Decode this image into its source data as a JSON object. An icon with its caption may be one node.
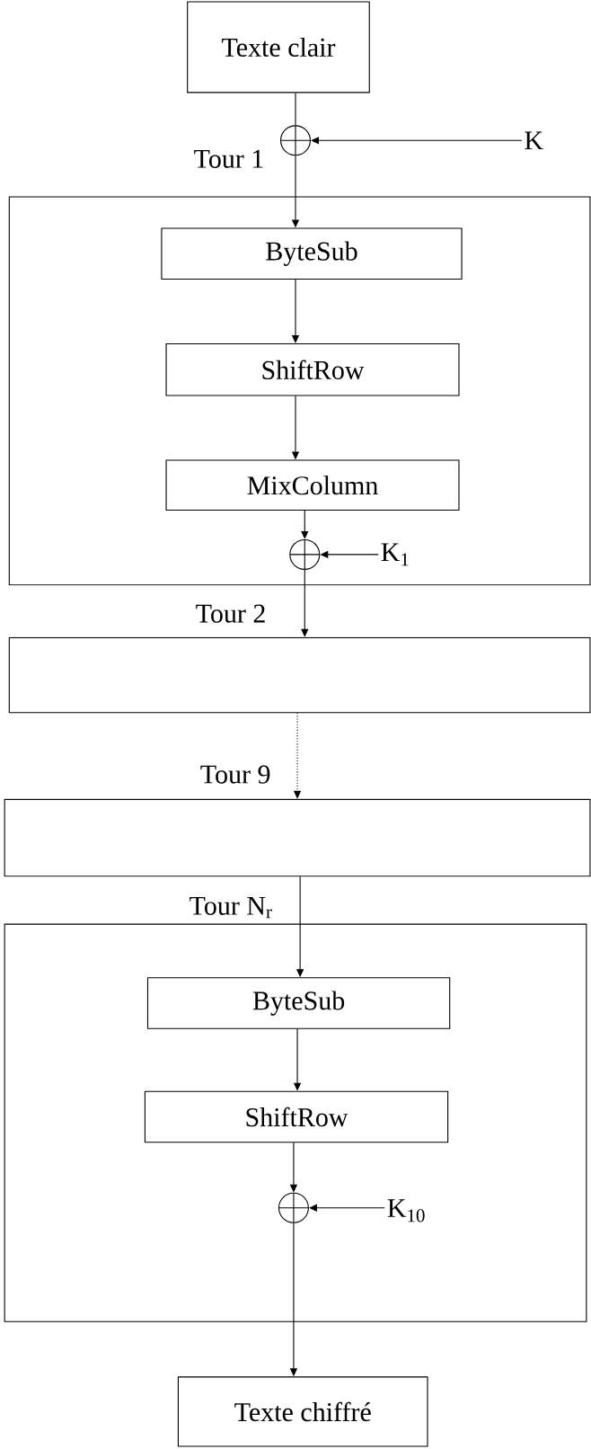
{
  "diagram": {
    "nodes": [
      {
        "text": [
          "Texte clair"
        ]
      },
      {
        "text": [],
        "shape": "circle"
      },
      {
        "text": [
          "K"
        ]
      },
      {
        "text": [
          "Tour 1"
        ]
      },
      {
        "text": [
          "ByteSub"
        ],
        "in": 3
      },
      {
        "text": [
          "ShiftRow"
        ],
        "in": 3
      },
      {
        "text": [
          "MixColumn"
        ],
        "in": 3
      },
      {
        "text": [],
        "shape": "circle",
        "in": 3
      },
      {
        "text": [
          "K$_{1}$"
        ],
        "in": 3
      },
      {
        "text": [
          "Tour 2"
        ]
      },
      {
        "text": [
          "Tour 9"
        ]
      },
      {
        "text": [
          "Tour N$_{r}$"
        ]
      },
      {
        "text": [
          "ByteSub"
        ],
        "in": 11
      },
      {
        "text": [
          "ShiftRow"
        ],
        "in": 11
      },
      {
        "text": [],
        "shape": "circle",
        "in": 11
      },
      {
        "text": [
          "K$_{10}$"
        ],
        "in": 11
      },
      {
        "text": [
          "Texte chiffré"
        ]
      }
    ],
    "edges": [
      {
        "from": 0,
        "to": 1,
        "arrow": "none"
      },
      {
        "from": 2,
        "to": 1,
        "arrow": "to"
      },
      {
        "from": 1,
        "to": 4,
        "arrow": "to"
      },
      {
        "from": 4,
        "to": 5,
        "arrow": "to"
      },
      {
        "from": 5,
        "to": 6,
        "arrow": "to"
      },
      {
        "from": 6,
        "to": 7,
        "arrow": "to"
      },
      {
        "from": 8,
        "to": 7,
        "arrow": "to"
      },
      {
        "from": 7,
        "to": 9,
        "arrow": "to"
      },
      {
        "from": 9,
        "to": 10,
        "arrow": "to",
        "style": "dashed"
      },
      {
        "from": 10,
        "to": 12,
        "arrow": "to"
      },
      {
        "from": 12,
        "to": 13,
        "arrow": "to"
      },
      {
        "from": 13,
        "to": 14,
        "arrow": "to"
      },
      {
        "from": 15,
        "to": 14,
        "arrow": "to"
      },
      {
        "from": 14,
        "to": 16,
        "arrow": "to"
      }
    ]
  }
}
